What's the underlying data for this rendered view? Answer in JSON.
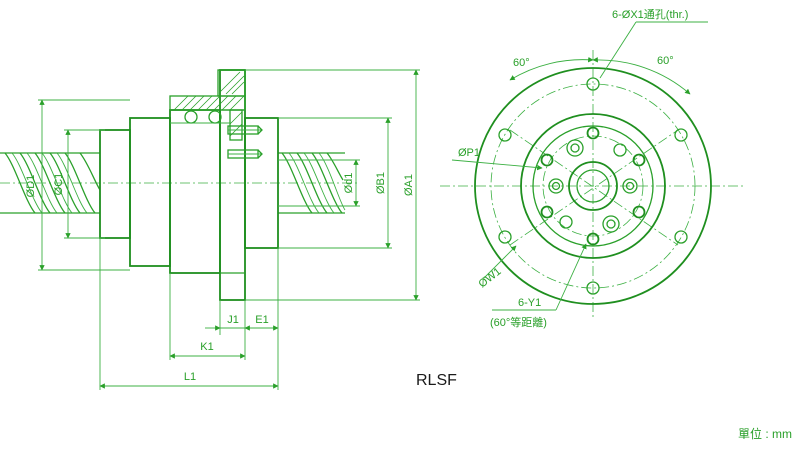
{
  "title": "RLSF",
  "unit_label": "單位 : mm",
  "labels": {
    "D1": "ØD1",
    "C1": "ØC1",
    "d1": "Ød1",
    "B1": "ØB1",
    "A1": "ØA1",
    "J1": "J1",
    "E1": "E1",
    "K1": "K1",
    "L1": "L1",
    "P1": "ØP1",
    "W1": "ØW1",
    "X1": "6-ØX1通孔(thr.)",
    "Y1": "6-Y1",
    "Y1_note": "(60°等距離)",
    "angle_left": "60°",
    "angle_right": "60°"
  },
  "colors": {
    "line": "#2aa02a",
    "text": "#2aa02a",
    "title": "#1a1a1a"
  }
}
